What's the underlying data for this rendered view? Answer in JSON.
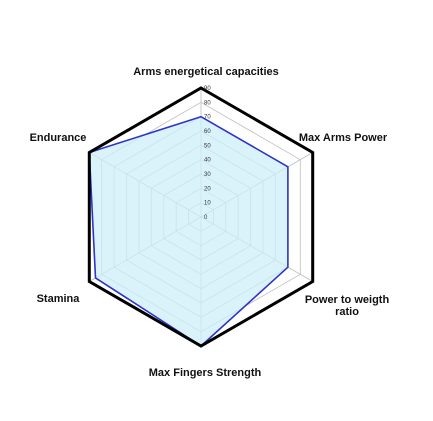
{
  "chart_data": {
    "type": "radar",
    "title": "",
    "axes": [
      "Arms energetical capacities",
      "Max Arms Power",
      "Power to weigth ratio",
      "Max Fingers Strength",
      "Stamina",
      "Endurance"
    ],
    "label_lines": [
      [
        "Arms energetical capacities"
      ],
      [
        "Max Arms Power"
      ],
      [
        "Power to weigth",
        "ratio"
      ],
      [
        "Max Fingers Strength"
      ],
      [
        "Stamina"
      ],
      [
        "Endurance"
      ]
    ],
    "series": [
      {
        "values": [
          70,
          70,
          70,
          90,
          85,
          90
        ],
        "fill_color": "#cdeef8",
        "line_color": "#2d34c8"
      }
    ],
    "rlim": [
      0,
      90
    ],
    "ticks": [
      "0",
      "10",
      "20",
      "30",
      "40",
      "50",
      "60",
      "70",
      "80",
      "90"
    ],
    "grid": true,
    "outer_border_color": "#000000",
    "grid_color": "#bdbdbd"
  }
}
